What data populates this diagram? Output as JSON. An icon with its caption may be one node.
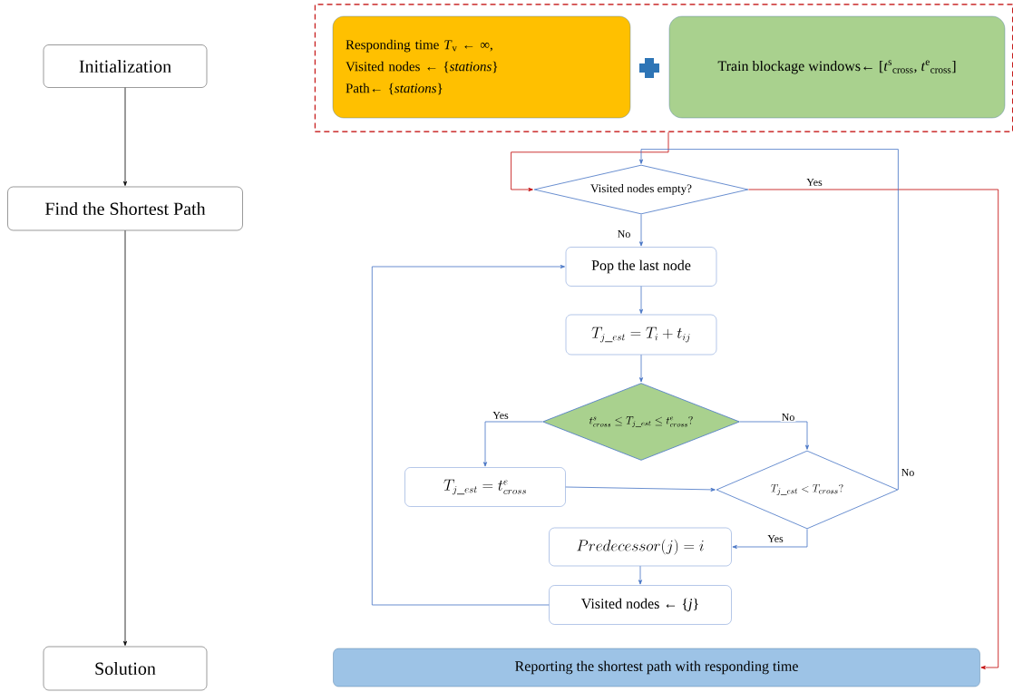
{
  "diagram": {
    "nodes": [
      {
        "text": [
          "Initialization"
        ]
      },
      {
        "text": [
          "Find the Shortest Path"
        ]
      },
      {
        "text": [
          "Solution"
        ]
      },
      {
        "text": [],
        "shape": "box"
      },
      {
        "text": [
          "Responding time *T*$_{v}$ ← ∞,",
          "Visited nodes ← {*stations*}",
          "Path← {*stations*}"
        ],
        "in": 3
      },
      {
        "text": [
          "Train blockage windows← [*t*$^{s}$$_{cross}$, *t*$^{e}$$_{cross}$]"
        ],
        "in": 3
      },
      {
        "text": [
          "Visited nodes empty?"
        ]
      },
      {
        "text": [
          "Pop the last node"
        ]
      },
      {
        "text": [
          "T_{j\\_est} = T_i + t_{ij}"
        ]
      },
      {
        "text": [
          "t^{s}_{cross} \\leq T_{j\\_est} \\leq t^{e}_{cross}?"
        ]
      },
      {
        "text": [
          "T_{j\\_est} = t^{e}_{cross}"
        ]
      },
      {
        "text": [
          "T_{j\\_est} < T_{cross}?"
        ]
      },
      {
        "text": [
          "Predecessor(j) = i"
        ]
      },
      {
        "text": [
          "Visited nodes ← {*j*}"
        ]
      },
      {
        "text": [
          "Reporting the shortest path with responding time"
        ]
      }
    ],
    "edges": [
      {
        "from": 0,
        "to": 1,
        "arrow": "to",
        "color": "#000000"
      },
      {
        "from": 1,
        "to": 2,
        "arrow": "to",
        "color": "#000000"
      },
      {
        "from": 3,
        "to": 6,
        "arrow": "to",
        "color": "#c00000"
      },
      {
        "from": 6,
        "to": 14,
        "arrow": "to",
        "label": "Yes",
        "color": "#c00000"
      },
      {
        "from": 6,
        "to": 7,
        "arrow": "to",
        "label": "No"
      },
      {
        "from": 7,
        "to": 8,
        "arrow": "to"
      },
      {
        "from": 8,
        "to": 9,
        "arrow": "to"
      },
      {
        "from": 9,
        "to": 10,
        "arrow": "to",
        "label": "Yes"
      },
      {
        "from": 9,
        "to": 11,
        "arrow": "to",
        "label": "No"
      },
      {
        "from": 10,
        "to": 11,
        "arrow": "to"
      },
      {
        "from": 11,
        "to": 6,
        "arrow": "to",
        "label": "No"
      },
      {
        "from": 11,
        "to": 12,
        "arrow": "to",
        "label": "Yes"
      },
      {
        "from": 12,
        "to": 13,
        "arrow": "to"
      },
      {
        "from": 13,
        "to": 7,
        "arrow": "to"
      }
    ]
  }
}
